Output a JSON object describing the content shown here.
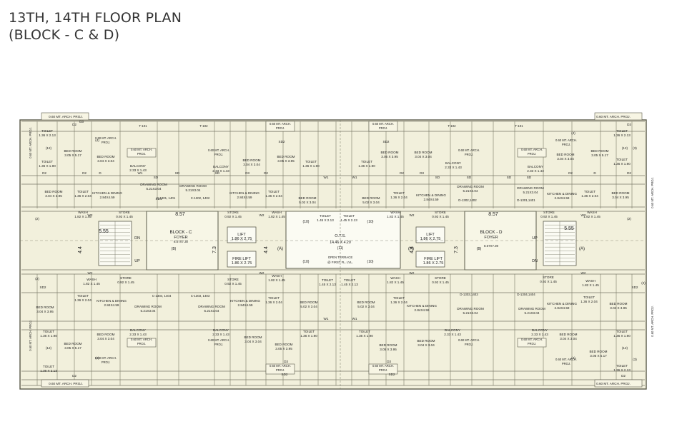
{
  "title_line1": "13TH, 14TH FLOOR PLAN",
  "title_line2": "(BLOCK - C & D)",
  "colors": {
    "plan_fill": "#f2f0dc",
    "wall": "#5a5a4a",
    "line": "#777766",
    "text": "#222222"
  },
  "blocks": [
    {
      "name": "BLOCK - C",
      "foyer": "FOYER",
      "foyer_dim": "8.57X7.30",
      "foyer_tag": "(B)"
    },
    {
      "name": "BLOCK - D",
      "foyer": "FOYER",
      "foyer_dim": "8.57X7.39",
      "foyer_tag": "(B)"
    }
  ],
  "core": {
    "ots": "O.T.S.",
    "ots_dim": "14.46 X 4.20",
    "ots_tag": "(11)",
    "open_terrace_1": "OPEN TERRACE",
    "open_terrace_2": "@ FIRST FL. LVL.",
    "lift": "LIFT",
    "lift_dim": "1.86 X 2.75",
    "fire_lift": "FIRE LIFT",
    "fire_lift_dim": "1.86 X 2.75",
    "up": "UP",
    "dn": "DN",
    "dim_4_4": "4.4",
    "dim_7_3": "7.3",
    "dim_8_57": "8.57",
    "dim_5_55": "5.55"
  },
  "rooms": {
    "bed_a": "BED ROOM",
    "bed_a_dim": "3.05 X 5.17",
    "bed_b": "BED ROOM",
    "bed_b_dim": "3.04 X 3.04",
    "bed_c": "BED ROOM",
    "bed_c_dim": "3.04 X 3.95",
    "bed_d": "BED ROOM",
    "bed_d_dim": "3.05 X 3.95",
    "bed_e": "BED ROOM",
    "bed_e_dim": "5.02 X 3.04",
    "drawing": "DRAWING ROOM",
    "drawing_dim": "5.21X3.04",
    "kitchen": "KITCHEN & DINING",
    "kitchen_dim": "2.84X4.59",
    "balcony": "BALCONY",
    "balcony_dim": "2.33 X 1.43",
    "toilet": "TOILET",
    "toilet_dim_a": "1.36 X 2.13",
    "toilet_dim_b": "1.36 X 1.90",
    "toilet_dim_c": "1.36 X 2.04",
    "toilet_dim_d": "1.45 X 2.13",
    "wash": "WASH",
    "wash_dim": "1.82 X 1.45",
    "store": "STORE",
    "store_dim": "0.92 X 1.45",
    "arch_proj": "0.60 MT. ARCH. PROJ.",
    "arch_a": "0.60 MT. ARCH.",
    "proj": "PROJ."
  },
  "flat_codes": [
    "T-101",
    "T-102",
    "T-102",
    "T-101",
    "C-1301, 1401",
    "C-1302, 1402",
    "D-1302,1402",
    "D-1301,1401",
    "C-1304, 1404",
    "C-1303, 1403",
    "D-1303,1403",
    "D-1304,1404"
  ],
  "door_tags": [
    "D",
    "D2",
    "D3",
    "W1",
    "W2",
    "SD",
    "SD1",
    "SD2",
    "(2)",
    "(3)",
    "(4)",
    "(10)",
    "(12)",
    "(A)"
  ]
}
